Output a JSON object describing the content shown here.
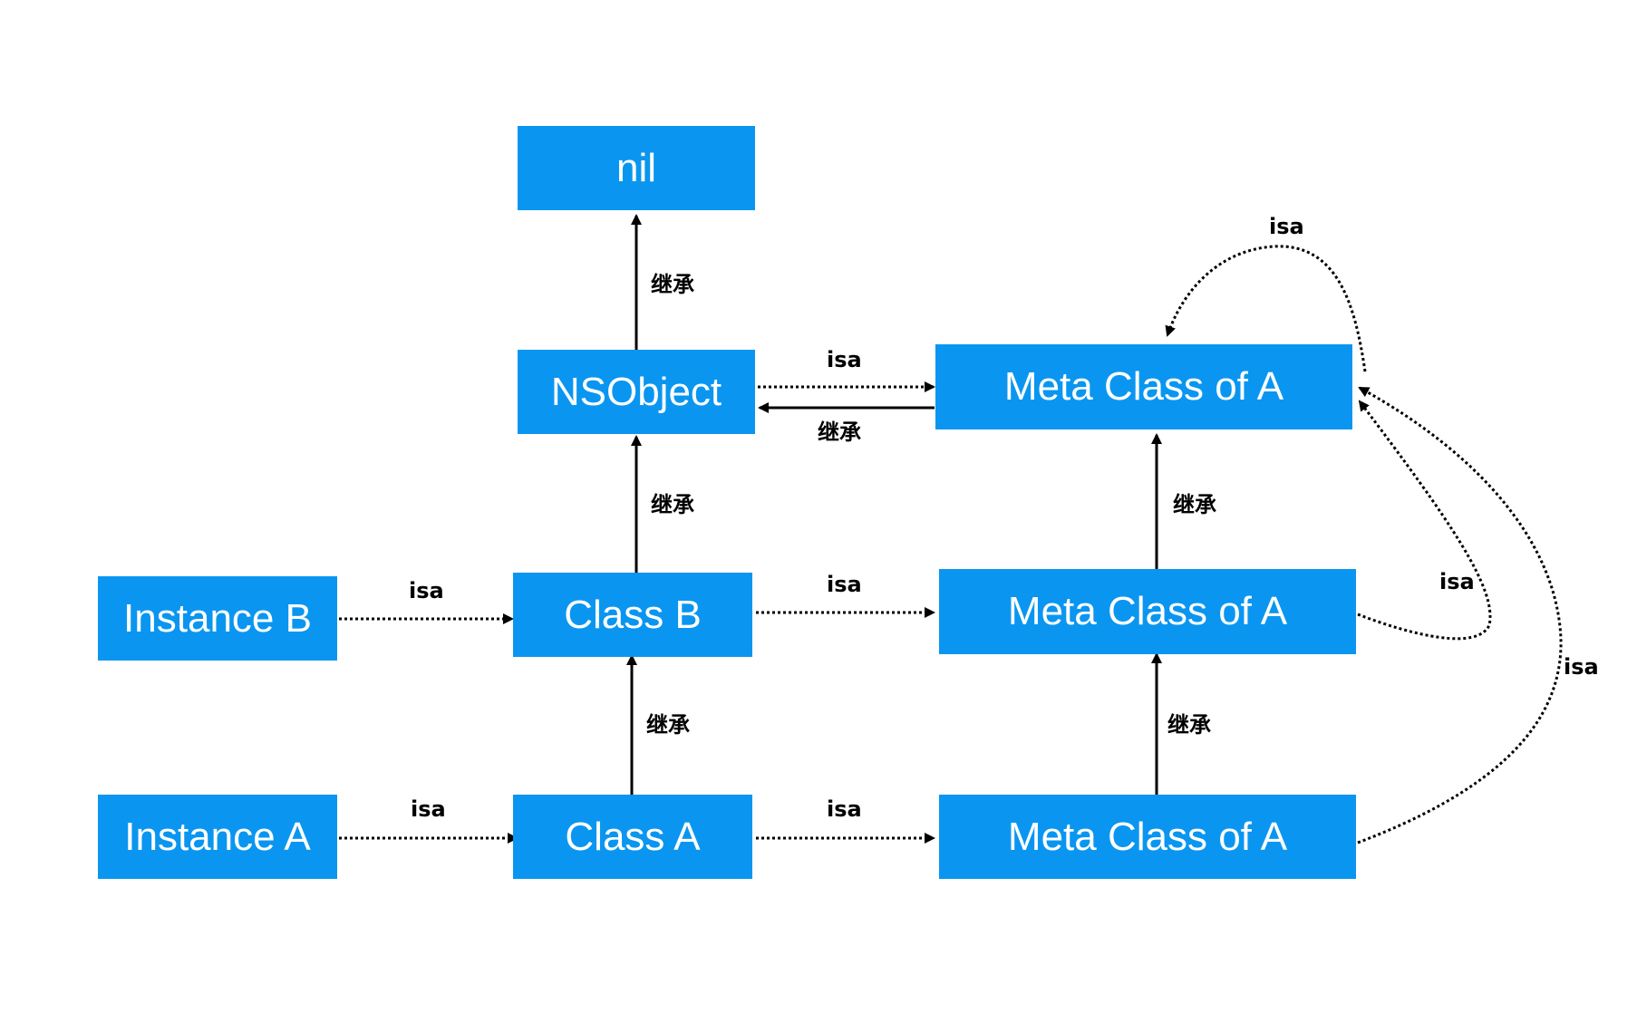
{
  "colors": {
    "box_fill": "#0a96f0",
    "box_text": "#ffffff",
    "line": "#000000",
    "background": "#ffffff"
  },
  "nodes": {
    "nil": "nil",
    "nsobject": "NSObject",
    "meta_root": "Meta Class of A",
    "instance_b": "Instance B",
    "class_b": "Class B",
    "meta_b": "Meta Class of A",
    "instance_a": "Instance A",
    "class_a": "Class A",
    "meta_a": "Meta Class of A"
  },
  "edge_labels": {
    "nsobject_to_nil": "继承",
    "nsobject_to_meta_root": "isa",
    "meta_root_to_nsobject": "继承",
    "meta_root_self": "isa",
    "class_b_to_nsobject": "继承",
    "meta_b_to_meta_root": "继承",
    "instance_b_to_class_b": "isa",
    "class_b_to_meta_b": "isa",
    "meta_b_to_meta_root_isa": "isa",
    "class_a_to_class_b": "继承",
    "meta_a_to_meta_b": "继承",
    "instance_a_to_class_a": "isa",
    "class_a_to_meta_a": "isa",
    "meta_a_to_meta_root_isa": "isa"
  }
}
